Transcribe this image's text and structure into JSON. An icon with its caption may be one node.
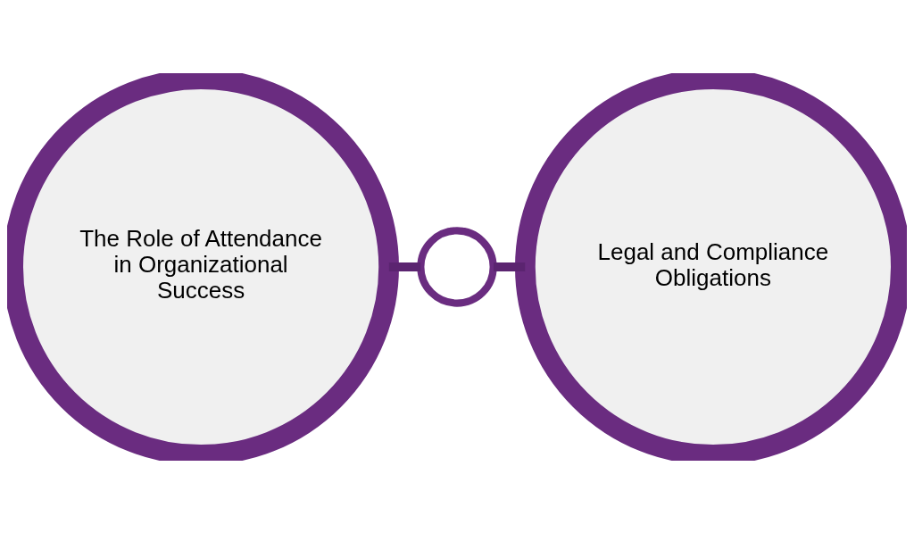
{
  "diagram": {
    "nodes": [
      {
        "text": [
          "The Role of Attendance in Organizational Success"
        ]
      },
      {
        "text": [],
        "shape": "circle"
      },
      {
        "text": [
          "Legal and Compliance Obligations"
        ]
      }
    ],
    "edges": [
      {
        "from": 0,
        "to": 1,
        "arrow": "none"
      },
      {
        "from": 1,
        "to": 2,
        "arrow": "none"
      }
    ]
  }
}
